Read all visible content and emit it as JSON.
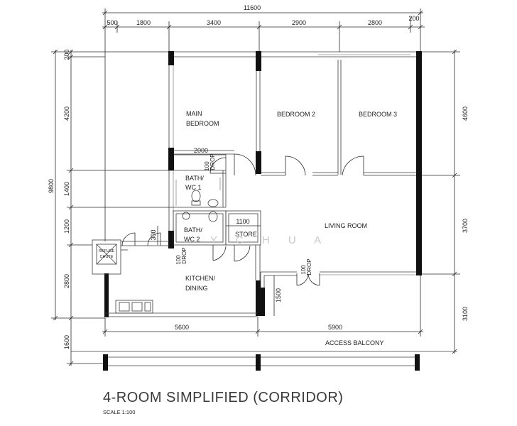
{
  "title": "4-ROOM SIMPLIFIED (CORRIDOR)",
  "scale": "SCALE  1:100",
  "watermark": "Y C H U A",
  "dimensions": {
    "top_overall": "11600",
    "top": [
      "500",
      "1800",
      "3400",
      "2900",
      "2800",
      "200"
    ],
    "left_overall": "9800",
    "left": [
      "200",
      "4200",
      "1400",
      "1200",
      "2800",
      "1600"
    ],
    "right": [
      "4600",
      "3700",
      "3100"
    ],
    "bottom": [
      "5600",
      "5900"
    ],
    "inner": {
      "bath_width": "2000",
      "store_width": "1100",
      "chute_gap": "300",
      "balcony_step": "1500"
    }
  },
  "drops": {
    "bath_1": {
      "value": "100",
      "label": "DROP"
    },
    "bath_2": {
      "value": "100",
      "label": "DROP"
    },
    "living": {
      "value": "100",
      "label": "DROP"
    }
  },
  "rooms": {
    "main_bedroom": {
      "line1": "MAIN",
      "line2": "BEDROOM"
    },
    "bedroom_2": "BEDROOM 2",
    "bedroom_3": "BEDROOM 3",
    "living_room": "LIVING ROOM",
    "bath_wc_1": {
      "line1": "BATH/",
      "line2": "WC  1"
    },
    "bath_wc_2": {
      "line1": "BATH/",
      "line2": "WC  2"
    },
    "store": "STORE",
    "kitchen_dining": {
      "line1": "KITCHEN/",
      "line2": "DINING"
    },
    "refuse_chute": {
      "line1": "REFUSE",
      "line2": "CHUTE"
    },
    "access_balcony": "ACCESS BALCONY"
  }
}
